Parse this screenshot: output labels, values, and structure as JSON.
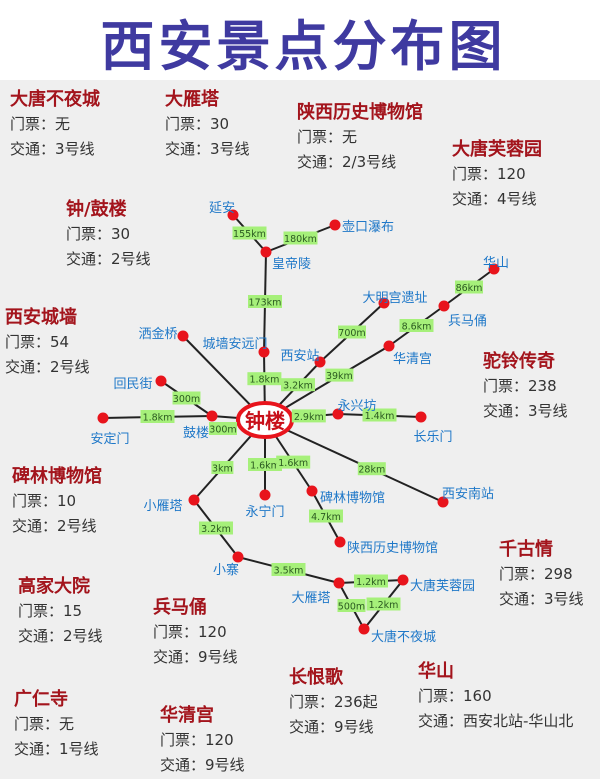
{
  "title": "西安景点分布图",
  "labels": {
    "ticket": "门票：",
    "transport": "交通："
  },
  "spots": [
    {
      "name": "大唐不夜城",
      "ticket": "无",
      "transport": "3号线"
    },
    {
      "name": "大雁塔",
      "ticket": "30",
      "transport": "3号线"
    },
    {
      "name": "陕西历史博物馆",
      "ticket": "无",
      "transport": "2/3号线"
    },
    {
      "name": "大唐芙蓉园",
      "ticket": "120",
      "transport": "4号线"
    },
    {
      "name": "钟/鼓楼",
      "ticket": "30",
      "transport": "2号线"
    },
    {
      "name": "西安城墙",
      "ticket": "54",
      "transport": "2号线"
    },
    {
      "name": "驼铃传奇",
      "ticket": "238",
      "transport": "3号线"
    },
    {
      "name": "碑林博物馆",
      "ticket": "10",
      "transport": "2号线"
    },
    {
      "name": "千古情",
      "ticket": "298",
      "transport": "3号线"
    },
    {
      "name": "高家大院",
      "ticket": "15",
      "transport": "2号线"
    },
    {
      "name": "兵马俑",
      "ticket": "120",
      "transport": "9号线"
    },
    {
      "name": "长恨歌",
      "ticket": "236起",
      "transport": "9号线"
    },
    {
      "name": "华山",
      "ticket": "160",
      "transport": "西安北站-华山北"
    },
    {
      "name": "广仁寺",
      "ticket": "无",
      "transport": "1号线"
    },
    {
      "name": "华清宫",
      "ticket": "120",
      "transport": "9号线"
    }
  ],
  "map": {
    "center": "钟楼",
    "nodes": {
      "yanan": "延安",
      "hukou": "壶口瀑布",
      "huangdi": "皇帝陵",
      "anyuan": "城墙安远门",
      "xianzhan": "西安站",
      "daming": "大明宫遗址",
      "huaqing": "华清宫",
      "bingma": "兵马俑",
      "huashan": "华山",
      "sajin": "洒金桥",
      "huimin": "回民街",
      "gulou": "鼓楼",
      "anding": "安定门",
      "yongxing": "永兴坊",
      "changle": "长乐门",
      "nanzhan": "西安南站",
      "xiaoyan": "小雁塔",
      "yongning": "永宁门",
      "beilin": "碑林博物馆",
      "shaanli": "陕西历史博物馆",
      "xiaozhai": "小寨",
      "dayan": "大雁塔",
      "furong": "大唐芙蓉园",
      "buye": "大唐不夜城"
    },
    "edges": [
      {
        "from": "huangdi",
        "to": "yanan",
        "dist": "155km"
      },
      {
        "from": "huangdi",
        "to": "hukou",
        "dist": "180km"
      },
      {
        "from": "anyuan",
        "to": "huangdi",
        "dist": "173km"
      },
      {
        "from": "center",
        "to": "anyuan",
        "dist": "1.8km"
      },
      {
        "from": "center",
        "to": "xianzhan",
        "dist": "3.2km"
      },
      {
        "from": "xianzhan",
        "to": "daming",
        "dist": "700m"
      },
      {
        "from": "center",
        "to": "huaqing",
        "dist": "39km"
      },
      {
        "from": "huaqing",
        "to": "bingma",
        "dist": "8.6km"
      },
      {
        "from": "bingma",
        "to": "huashan",
        "dist": "86km"
      },
      {
        "from": "center",
        "to": "sajin",
        "dist": ""
      },
      {
        "from": "gulou",
        "to": "huimin",
        "dist": "300m"
      },
      {
        "from": "center",
        "to": "gulou",
        "dist": "300m"
      },
      {
        "from": "gulou",
        "to": "anding",
        "dist": "1.8km"
      },
      {
        "from": "center",
        "to": "yongxing",
        "dist": "2.9km"
      },
      {
        "from": "yongxing",
        "to": "changle",
        "dist": "1.4km"
      },
      {
        "from": "center",
        "to": "nanzhan",
        "dist": "28km"
      },
      {
        "from": "center",
        "to": "xiaoyan",
        "dist": "3km"
      },
      {
        "from": "center",
        "to": "yongning",
        "dist": "1.6km"
      },
      {
        "from": "center",
        "to": "beilin",
        "dist": "1.6km"
      },
      {
        "from": "beilin",
        "to": "shaanli",
        "dist": "4.7km"
      },
      {
        "from": "xiaoyan",
        "to": "xiaozhai",
        "dist": "3.2km"
      },
      {
        "from": "xiaozhai",
        "to": "dayan",
        "dist": "3.5km"
      },
      {
        "from": "dayan",
        "to": "furong",
        "dist": "1.2km"
      },
      {
        "from": "furong",
        "to": "buye",
        "dist": "1.2km"
      },
      {
        "from": "dayan",
        "to": "buye",
        "dist": "500m"
      }
    ]
  },
  "colors": {
    "title": "#3f3aa0",
    "spot_name": "#a3141c",
    "node": "#e8141c",
    "place": "#1f78c8",
    "dist_bg": "#a6f07a"
  }
}
